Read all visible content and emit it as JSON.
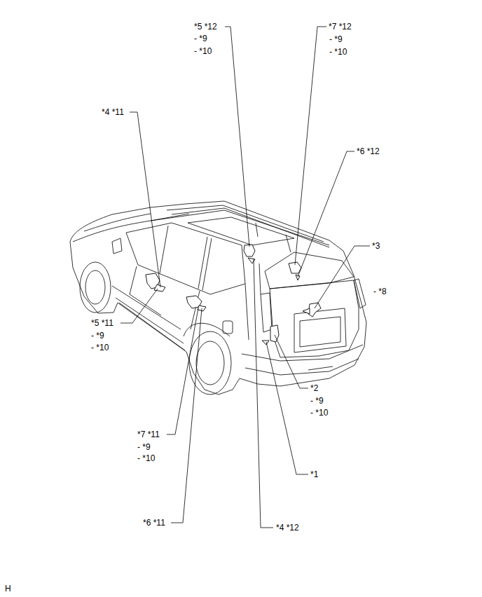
{
  "diagram": {
    "labels": [
      "*5 *12",
      "- *9",
      "- *10",
      "*7 *12",
      "- *9",
      "- *10",
      "*4 *11",
      "*6 *12",
      "*3",
      "- *8",
      "*5 *11",
      "- *9",
      "- *10",
      "*2",
      "- *9",
      "- *10",
      "*7 *11",
      "- *9",
      "- *10",
      "*1",
      "*6 *11",
      "*4 *12",
      "H"
    ]
  }
}
